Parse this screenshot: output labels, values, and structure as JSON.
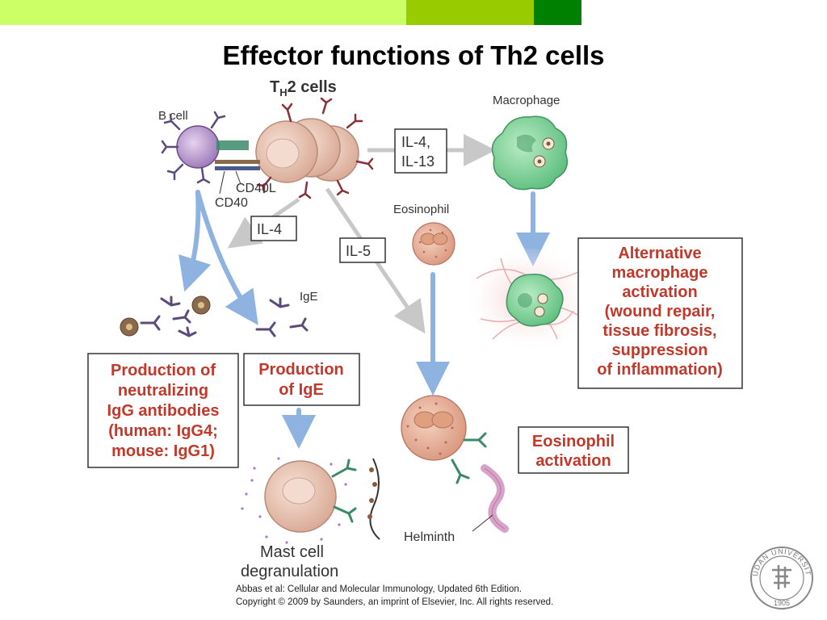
{
  "header": {
    "title": "Effector functions of Th2 cells",
    "bar_colors": [
      "#ccff66",
      "#99cc00",
      "#008000"
    ]
  },
  "diagram": {
    "th2_label_main": "T",
    "th2_label_sub": "H",
    "th2_label_rest": "2 cells",
    "b_cell": "B cell",
    "cd40l": "CD40L",
    "cd40": "CD40",
    "cytokine_il4_il13_line1": "IL-4,",
    "cytokine_il4_il13_line2": "IL-13",
    "cytokine_il4": "IL-4",
    "cytokine_il5": "IL-5",
    "macrophage": "Macrophage",
    "eosinophil": "Eosinophil",
    "ige": "IgE",
    "helminth": "Helminth",
    "mast_cell_line1": "Mast cell",
    "mast_cell_line2": "degranulation",
    "box_igg": [
      "Production of",
      "neutralizing",
      "IgG antibodies",
      "(human: IgG4;",
      "mouse: IgG1)"
    ],
    "box_ige": [
      "Production",
      "of IgE"
    ],
    "box_macro": [
      "Alternative",
      "macrophage",
      "activation",
      "(wound repair,",
      "tissue fibrosis,",
      "suppression",
      "of inflammation)"
    ],
    "box_eos": [
      "Eosinophil",
      "activation"
    ]
  },
  "citation": {
    "line1": "Abbas et al: Cellular and Molecular Immunology, Updated 6th Edition.",
    "line2": "Copyright © 2009 by Saunders, an imprint of Elsevier, Inc. All rights reserved."
  },
  "logo": {
    "top_text": "FUDAN UNIVERSITY",
    "year": "1905"
  },
  "colors": {
    "red_text": "#c0392b",
    "blue_arrow": "#8fb3e0",
    "grey_arrow": "#c8c8c8",
    "macrophage_green": "#7fd39a",
    "cell_pink": "#f2cbb8"
  }
}
